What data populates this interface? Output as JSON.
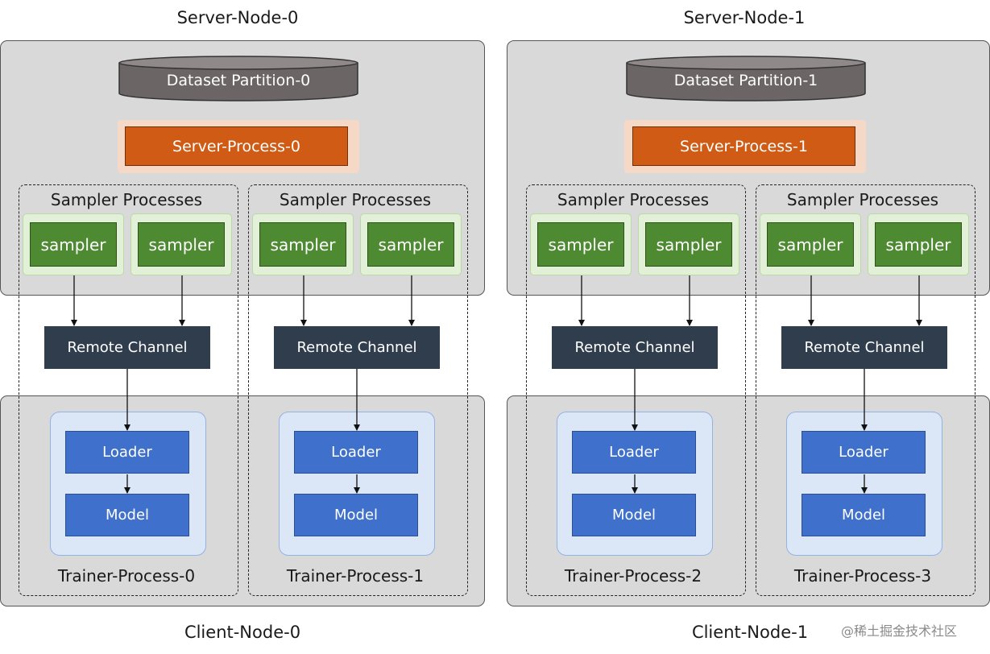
{
  "server_nodes": [
    {
      "title": "Server-Node-0",
      "dataset": "Dataset Partition-0",
      "process": "Server-Process-0"
    },
    {
      "title": "Server-Node-1",
      "dataset": "Dataset Partition-1",
      "process": "Server-Process-1"
    }
  ],
  "client_nodes": [
    {
      "title": "Client-Node-0"
    },
    {
      "title": "Client-Node-1"
    }
  ],
  "groups": [
    {
      "sampler_title": "Sampler Processes",
      "samplers": [
        "sampler",
        "sampler"
      ],
      "channel": "Remote Channel",
      "loader": "Loader",
      "model": "Model",
      "trainer": "Trainer-Process-0"
    },
    {
      "sampler_title": "Sampler Processes",
      "samplers": [
        "sampler",
        "sampler"
      ],
      "channel": "Remote Channel",
      "loader": "Loader",
      "model": "Model",
      "trainer": "Trainer-Process-1"
    },
    {
      "sampler_title": "Sampler Processes",
      "samplers": [
        "sampler",
        "sampler"
      ],
      "channel": "Remote Channel",
      "loader": "Loader",
      "model": "Model",
      "trainer": "Trainer-Process-2"
    },
    {
      "sampler_title": "Sampler Processes",
      "samplers": [
        "sampler",
        "sampler"
      ],
      "channel": "Remote Channel",
      "loader": "Loader",
      "model": "Model",
      "trainer": "Trainer-Process-3"
    }
  ],
  "watermark": "@稀土掘金技术社区",
  "colors": {
    "node_bg": "#d9d9d9",
    "server_process": "#cf5b14",
    "sampler": "#4e8a31",
    "channel": "#2f3d4d",
    "loader_model": "#3f70cc",
    "dataset": "#6b6566"
  }
}
